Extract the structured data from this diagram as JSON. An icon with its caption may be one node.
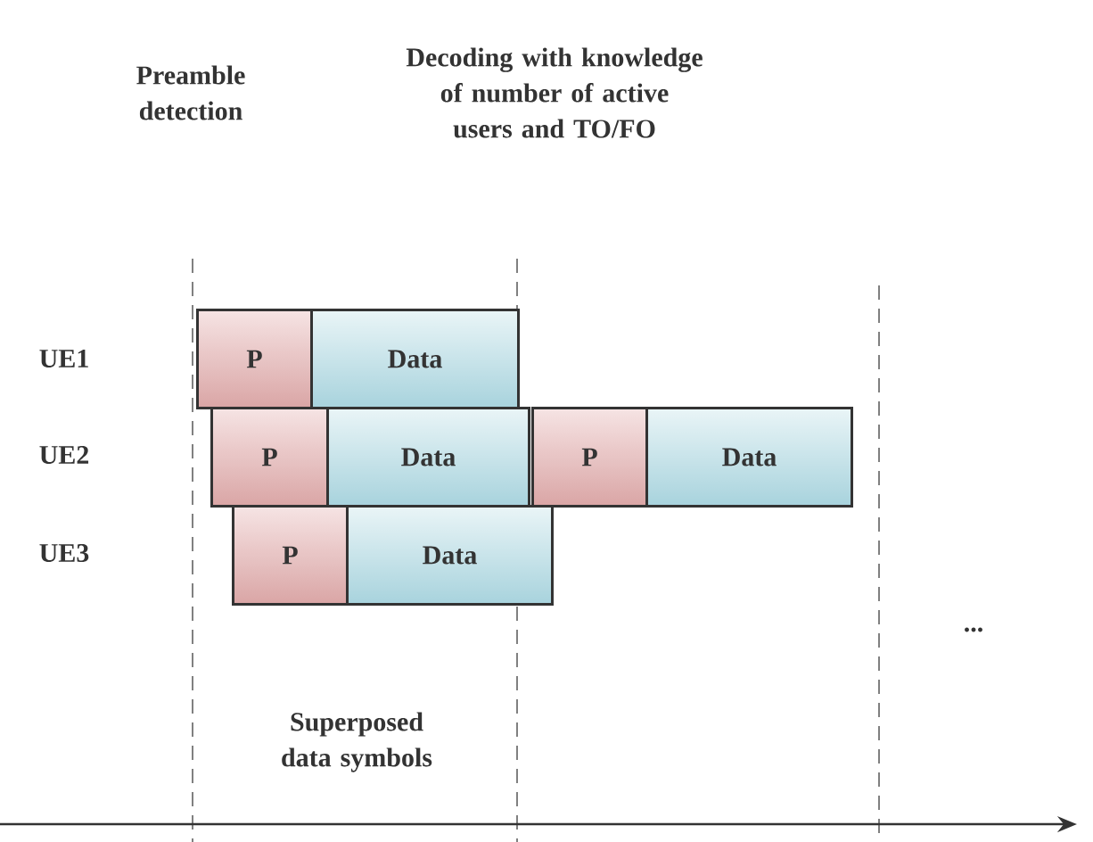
{
  "diagram": {
    "nodes": [
      {
        "text": [
          "P"
        ]
      },
      {
        "text": [
          "Data"
        ]
      },
      {
        "text": [
          "P"
        ]
      },
      {
        "text": [
          "Data"
        ]
      },
      {
        "text": [
          "P"
        ]
      },
      {
        "text": [
          "Data"
        ]
      },
      {
        "text": [
          "P"
        ]
      },
      {
        "text": [
          "Data"
        ]
      }
    ],
    "labels": [
      "Preamble detection",
      "Decoding with knowledge of number of active users and TO/FO",
      "UE1",
      "UE2",
      "UE3",
      "...",
      "Superposed data symbols"
    ]
  }
}
